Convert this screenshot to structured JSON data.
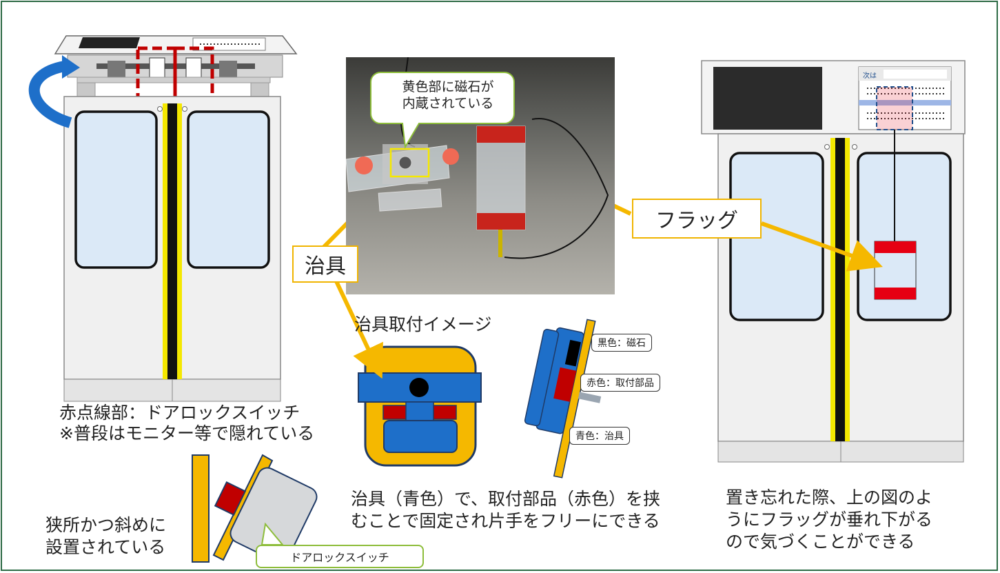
{
  "colors": {
    "border": "#2e6b46",
    "yellow": "#f5b800",
    "blue": "#1e6fc9",
    "red": "#c00000",
    "flag_red": "#e60012",
    "door_glass": "#dbe9f7"
  },
  "photo": {
    "bubble_line1": "黄色部に磁石が",
    "bubble_line2": "内蔵されている"
  },
  "labels": {
    "jig": "治具",
    "flag": "フラッグ",
    "jig_mount_image": "治具取付イメージ",
    "left_caption_1": "赤点線部：ドアロックスイッチ",
    "left_caption_2": "※普段はモニター等で隠れている",
    "narrow_1": "狭所かつ斜めに",
    "narrow_2": "設置されている",
    "door_lock_switch": "ドアロックスイッチ",
    "black_magnet": "黒色：磁石",
    "red_part": "赤色：取付部品",
    "blue_jig": "青色：治具",
    "mid_caption_1": "治具（青色）で、取付部品（赤色）を挟",
    "mid_caption_2": "むことで固定され片手をフリーにできる",
    "right_caption_1": "置き忘れた際、上の図のよ",
    "right_caption_2": "うにフラッグが垂れ下がる",
    "right_caption_3": "ので気づくことができる",
    "monitor_next": "次は"
  }
}
